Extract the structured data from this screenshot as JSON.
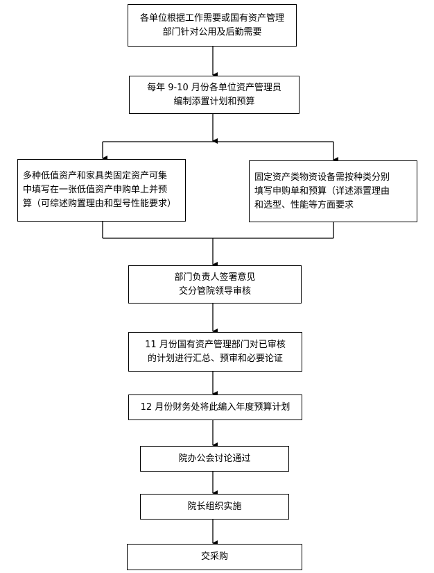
{
  "flowchart": {
    "step1": "各单位根据工作需要或国有资产管理\n部门针对公用及后勤需要",
    "step2": "每年 9-10 月份各单位资产管理员\n编制添置计划和预算",
    "step3_left": "多种低值资产和家具类固定资产可集\n中填写在一张低值资产申购单上并预\n算（可综述购置理由和型号性能要求）",
    "step3_right": "固定资产类物资设备需按种类分别\n填写申购单和预算（详述添置理由\n和选型、性能等方面要求",
    "step4": "部门负责人签署意见\n交分管院领导审核",
    "step5": "11 月份国有资产管理部门对已审核\n的计划进行汇总、预审和必要论证",
    "step6": "12 月份财务处将此编入年度预算计划",
    "step7": "院办公会讨论通过",
    "step8": "院长组织实施",
    "step9": "交采购"
  }
}
